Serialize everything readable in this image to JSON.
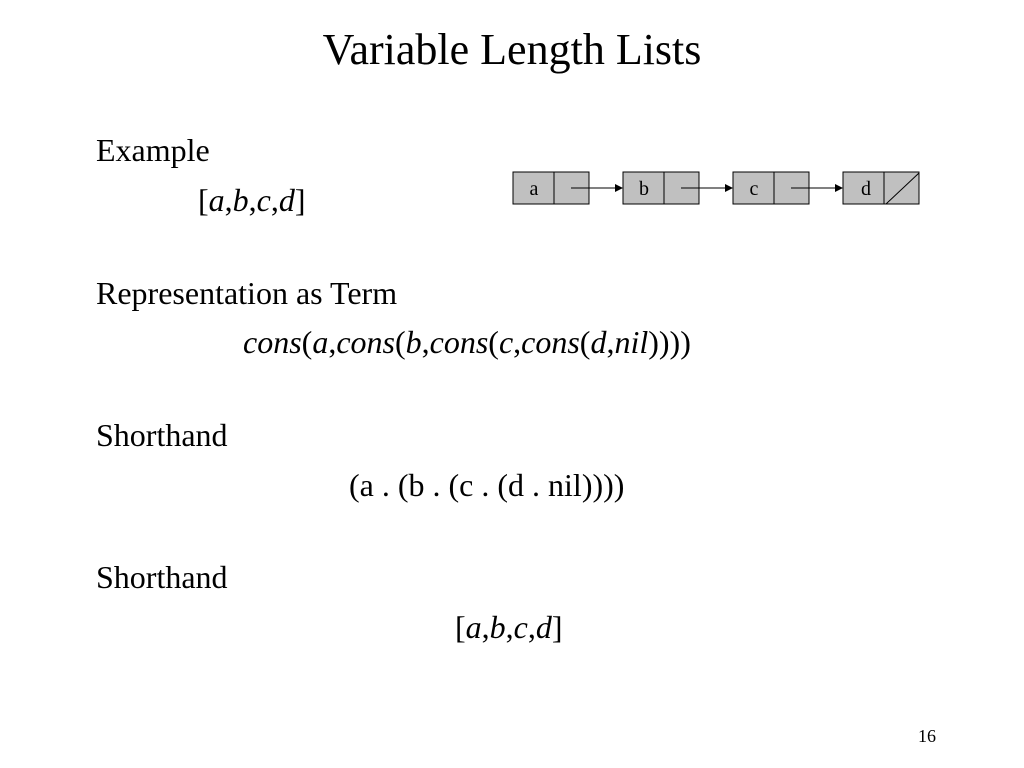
{
  "title": "Variable Length Lists",
  "example": {
    "bullet": "",
    "label": "Example",
    "list": {
      "open": "[",
      "items": [
        "a",
        "b",
        "c",
        "d"
      ],
      "sep": ",",
      "close": "]"
    }
  },
  "diagram": {
    "nodes": [
      "a",
      "b",
      "c",
      "d"
    ]
  },
  "representation": {
    "label": "Representation as Term",
    "term": {
      "cons1": "cons",
      "p1": "(",
      "a": "a",
      "c1": ",",
      "cons2": "cons",
      "p2": "(",
      "b": "b",
      "c2": ",",
      "cons3": "cons",
      "p3": "(",
      "c": "c",
      "c3": ",",
      "cons4": "cons",
      "p4": "(",
      "d": "d",
      "c4": ",",
      "nil": "nil",
      "close": "))))"
    }
  },
  "shorthand1": {
    "label": "Shorthand",
    "text": "(a . (b . (c . (d . nil))))"
  },
  "shorthand2": {
    "label": "Shorthand",
    "list": {
      "open": "[",
      "items": [
        "a",
        "b",
        "c",
        "d"
      ],
      "sep": ",",
      "close": "]"
    }
  },
  "page_number": "16"
}
